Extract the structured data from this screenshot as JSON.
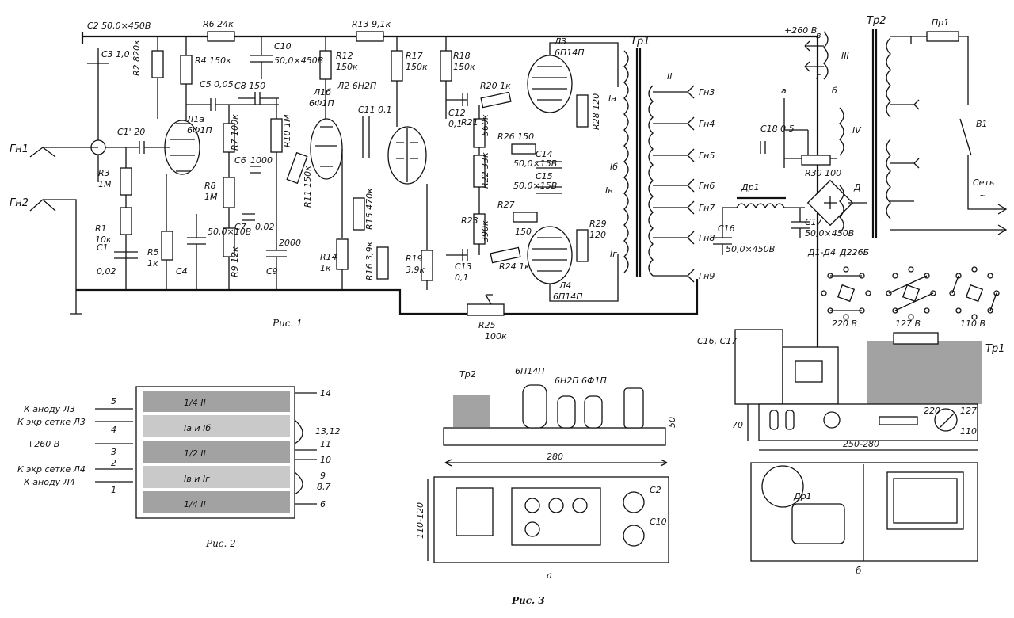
{
  "captions": {
    "fig1": "Рис. 1",
    "fig2": "Рис. 2",
    "fig3": "Рис. 3",
    "fig3a": "а",
    "fig3b": "б"
  },
  "supply": {
    "b_plus": "+260 В"
  },
  "capacitors": {
    "c1": "C1",
    "c1_val": "0,02",
    "c1p": "C1' 20",
    "c2": "C2 50,0×450В",
    "c3": "C3 1,0",
    "c4": "C4",
    "c4_val": "50,0×10В",
    "c5": "C5 0,05",
    "c6": "C6",
    "c6_val": "1000",
    "c7": "C7",
    "c7_val": "0,02",
    "c8": "C8 150",
    "c9": "C9",
    "c9_val": "2000",
    "c10": "C10",
    "c10_val": "50,0×450В",
    "c11": "C11 0,1",
    "c12": "C12",
    "c12_val": "0,1",
    "c13": "C13",
    "c13_val": "0,1",
    "c14": "C14",
    "c14_val": "50,0×15В",
    "c15": "C15",
    "c15_val": "50,0×15В",
    "c16": "C16",
    "c16_val": "50,0×450В",
    "c17": "C17",
    "c17_val": "50,0×450В",
    "c18": "C18 0,5"
  },
  "resistors": {
    "r1": "R1",
    "r1_val": "10к",
    "r2": "R2 820к",
    "r3": "R3",
    "r3_val": "1М",
    "r4": "R4 150к",
    "r5": "R5",
    "r5_val": "1к",
    "r6": "R6 24к",
    "r7": "R7 100к",
    "r8": "R8",
    "r8_val": "1М",
    "r9": "R9 12к",
    "r10": "R10 1М",
    "r11": "R11 150к",
    "r12": "R12",
    "r12_val": "150к",
    "r13": "R13 9,1к",
    "r14": "R14",
    "r14_val": "1к",
    "r15": "R15 470к",
    "r16": "R16 3,9к",
    "r17": "R17",
    "r17_val": "150к",
    "r18": "R18",
    "r18_val": "150к",
    "r19": "R19",
    "r19_val": "3,9к",
    "r20": "R20 1к",
    "r21": "R21",
    "r21_val": "560к",
    "r22": "R22 33к",
    "r23": "R23",
    "r23_val": "390к",
    "r24": "R24 1к",
    "r25": "R25",
    "r25_val": "100к",
    "r26": "R26 150",
    "r27": "R27",
    "r27_val": "150",
    "r28": "R28 120",
    "r29": "R29",
    "r29_val": "120",
    "r30": "R30 100"
  },
  "tubes": {
    "l1a": "Л1а",
    "l1a_type": "6Ф1П",
    "l1b": "Л1б",
    "l1b_type": "6Ф1П",
    "l2": "Л2 6Н2П",
    "l3": "Л3",
    "l3_type": "6П14П",
    "l4": "Л4",
    "l4_type": "6П14П"
  },
  "jacks": {
    "gn1": "Гн1",
    "gn2": "Гн2",
    "out": [
      "Гн3",
      "Гн4",
      "Гн5",
      "Гн6",
      "Гн7",
      "Гн8",
      "Гн9"
    ]
  },
  "transformers": {
    "tr1": "Тр1",
    "tr2": "Тр2",
    "dr1": "Др1",
    "pr1": "Пр1",
    "v1": "В1",
    "mains": "Сеть",
    "mains_tilde": "~",
    "diodes": "Д1-Д4",
    "diode_type": "Д226Б",
    "bridge": "Д",
    "windings": {
      "ia": "Iа",
      "ib": "Iб",
      "iv": "Iв",
      "ig": "Iг",
      "ii": "II",
      "iii": "III",
      "iv_w": "IV",
      "bridge_d": "Д"
    },
    "tap_letters": {
      "a": "а",
      "b": "б",
      "v": "в",
      "g": "г"
    }
  },
  "voltage_switch": {
    "v220": "220 В",
    "v127": "127 В",
    "v110": "110 В"
  },
  "fig2": {
    "layers": [
      "1/4 II",
      "Iа и Iб",
      "1/2 II",
      "Iв и Iг",
      "1/4 II"
    ],
    "left_labels": [
      "К аноду Л3",
      "К экр сетке Л3",
      "+260 В",
      "К экр сетке Л4",
      "К аноду Л4"
    ],
    "left_nums": [
      "5",
      "4",
      "3",
      "2",
      "1"
    ],
    "right_nums": [
      "14",
      "13,12",
      "11",
      "10",
      "9",
      "8,7",
      "6"
    ]
  },
  "fig3a": {
    "labels": [
      "Тр2",
      "6П14П",
      "6Н2П",
      "6Ф1П"
    ],
    "dim_width": "280",
    "dim_height": "50",
    "dim_depth": "110-120",
    "caps": [
      "C2",
      "C10"
    ]
  },
  "fig3b": {
    "labels": [
      "C16, C17",
      "Тр1",
      "Др1"
    ],
    "dim_height": "70",
    "dim_width": "250-280",
    "sel": [
      "220",
      "127",
      "110"
    ]
  }
}
